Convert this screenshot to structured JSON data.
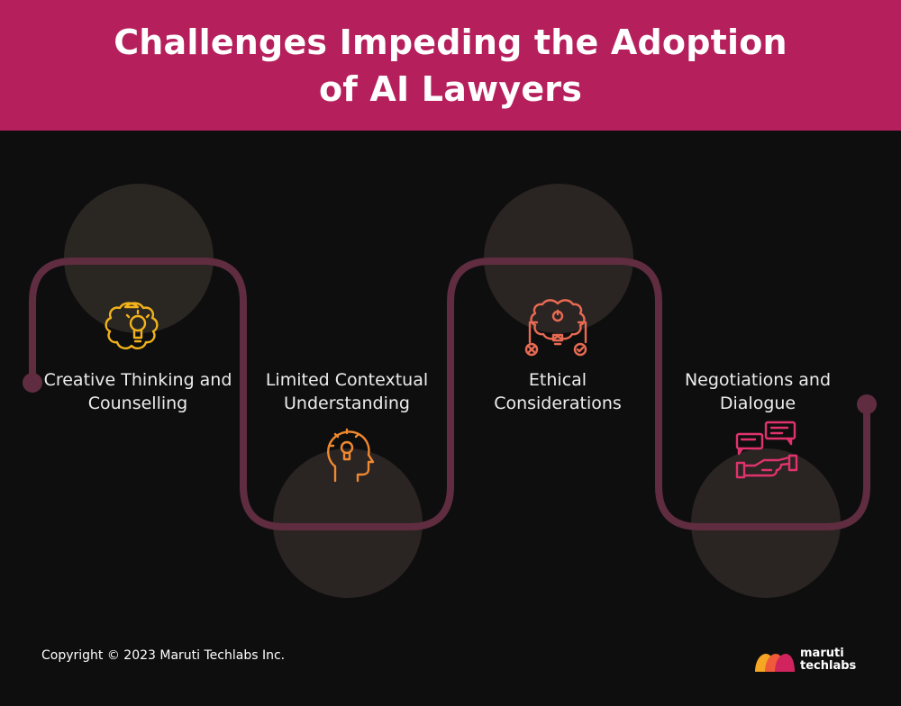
{
  "header": {
    "title": "Challenges Impeding the Adoption of AI Lawyers"
  },
  "steps": [
    {
      "label": "Creative Thinking and Counselling",
      "icon": "brain-bulb-icon",
      "color": "#f2b21b"
    },
    {
      "label": "Limited Contextual Understanding",
      "icon": "head-idea-icon",
      "color": "#f0892f"
    },
    {
      "label": "Ethical Considerations",
      "icon": "ethics-brain-icon",
      "color": "#e86a52"
    },
    {
      "label": "Negotiations and Dialogue",
      "icon": "handshake-chat-icon",
      "color": "#e0336d"
    }
  ],
  "colors": {
    "header_bg": "#b5205c",
    "path": "#5f2d3f",
    "circle_light": "#2a2622",
    "circle_dark": "#2a2423",
    "background": "#0f0e0f"
  },
  "footer": {
    "copyright": "Copyright © 2023 Maruti Techlabs Inc.",
    "brand_line1": "maruti",
    "brand_line2": "techlabs"
  }
}
